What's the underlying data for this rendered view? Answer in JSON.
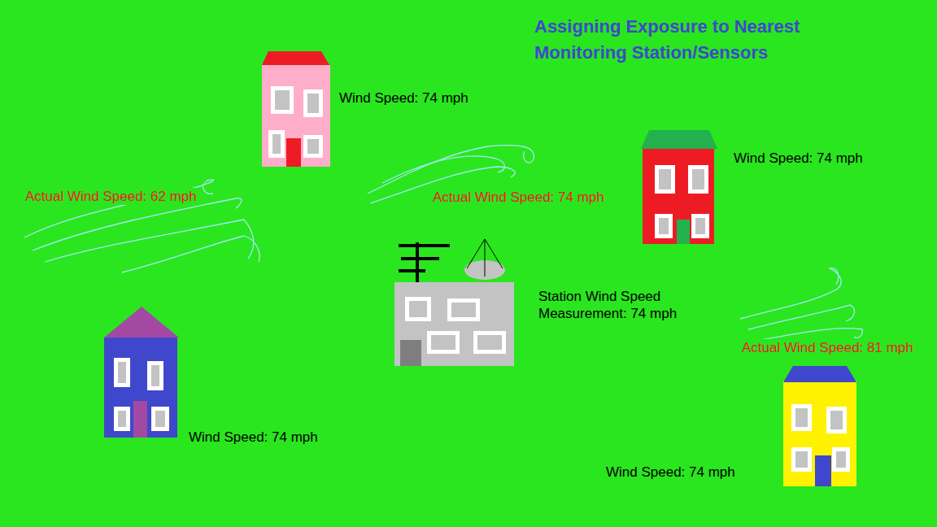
{
  "diagram": {
    "title": "Assigning Exposure to Nearest Monitoring Station/Sensors",
    "labels": [
      "Wind Speed: 74 mph",
      "Wind Speed: 74 mph",
      "Actual Wind Speed: 62 mph",
      "Actual Wind Speed: 74 mph",
      "Station Wind Speed Measurement: 74 mph",
      "Actual Wind Speed: 81 mph",
      "Wind Speed: 74 mph",
      "Wind Speed: 74 mph"
    ]
  }
}
